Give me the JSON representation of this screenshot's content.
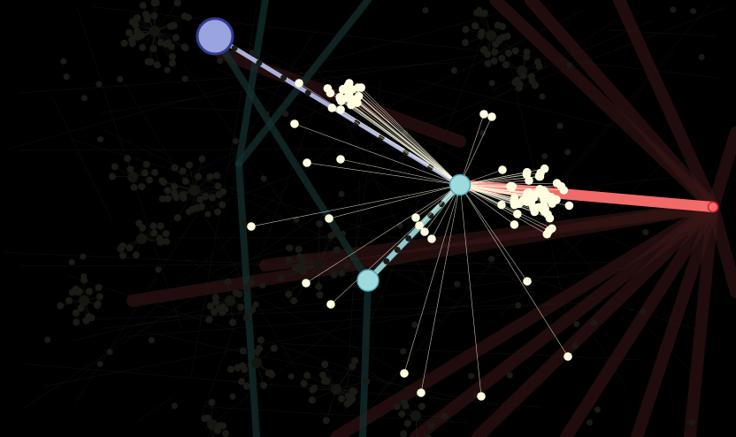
{
  "graph": {
    "kind": "force-directed network",
    "background": "#000000",
    "colors": {
      "dim_node": "#1a1a14",
      "dim_edge": "#2a2a24",
      "faint_red_edge": "#3a1616",
      "faint_teal_edge": "#13302f",
      "leaf_node": "#fffde0",
      "leaf_edge": "#fffbe0",
      "hub_blue": "#9aa4de",
      "hub_blue_stroke": "#2e3b91",
      "hub_teal": "#9ed9de",
      "hub_teal_stroke": "#4fa6ae",
      "hub_red": "#ff6b6b",
      "hub_red_stroke": "#d81f2a"
    },
    "highlighted_hubs": [
      {
        "id": "hub-center",
        "color": "teal",
        "size": "medium"
      },
      {
        "id": "hub-blue",
        "color": "blue",
        "size": "large"
      },
      {
        "id": "hub-teal-small",
        "color": "teal",
        "size": "medium"
      },
      {
        "id": "hub-red",
        "color": "red",
        "size": "small"
      }
    ],
    "highlighted_links": [
      {
        "from": "hub-center",
        "to": "hub-red",
        "color": "red",
        "weight": "heavy"
      },
      {
        "from": "hub-center",
        "to": "hub-blue",
        "color": "blue",
        "weight": "medium"
      },
      {
        "from": "hub-center",
        "to": "hub-teal-small",
        "color": "teal",
        "weight": "medium"
      }
    ],
    "visible_leaf_groups": [
      "cluster-left-top",
      "cluster-right",
      "scattered-leaves"
    ]
  }
}
